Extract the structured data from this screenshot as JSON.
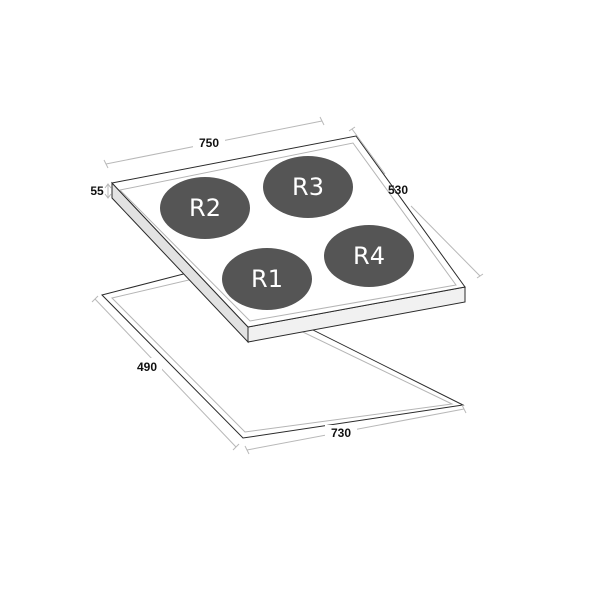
{
  "dimensions": {
    "hob_width": "750",
    "hob_depth": "530",
    "hob_thickness": "55",
    "cutout_width": "730",
    "cutout_depth": "490"
  },
  "zones": [
    {
      "label": "R2"
    },
    {
      "label": "R3"
    },
    {
      "label": "R1"
    },
    {
      "label": "R4"
    }
  ],
  "colors": {
    "zone_fill": "#555555",
    "zone_text": "#ffffff",
    "outline": "#2a2a2a",
    "dimension_line": "#b8b8b8"
  }
}
